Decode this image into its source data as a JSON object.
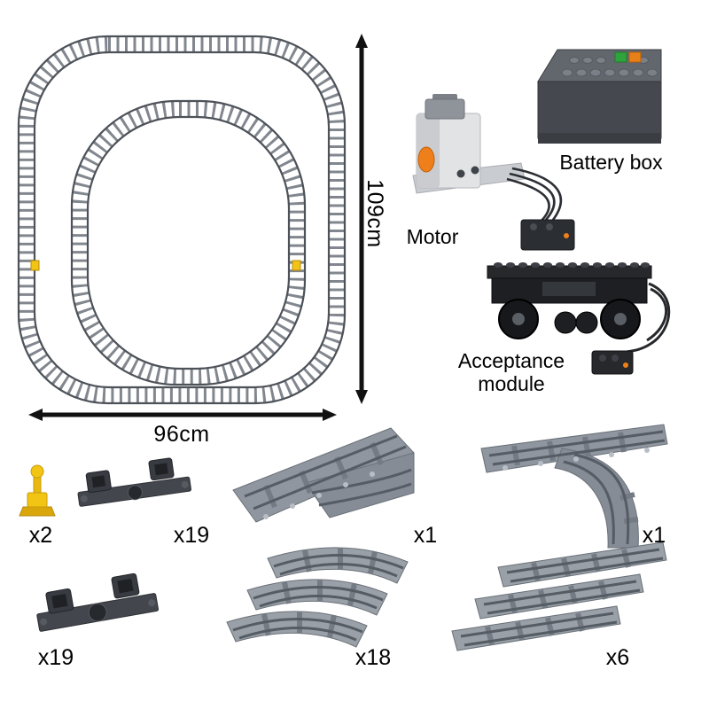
{
  "diagram": {
    "height_label": "109cm",
    "width_label": "96cm"
  },
  "components": {
    "battery_box": {
      "label": "Battery box"
    },
    "motor": {
      "label": "Motor"
    },
    "acceptance_module": {
      "label": "Acceptance module"
    }
  },
  "parts": [
    {
      "id": "signal-lever",
      "qty": "x2"
    },
    {
      "id": "wheel-holder-base-small",
      "qty": "x19"
    },
    {
      "id": "switch-track-left",
      "qty": "x1"
    },
    {
      "id": "switch-track-right",
      "qty": "x1"
    },
    {
      "id": "wheel-holder-base-large",
      "qty": "x19"
    },
    {
      "id": "curved-track",
      "qty": "x18"
    },
    {
      "id": "straight-track",
      "qty": "x6"
    }
  ],
  "colors": {
    "background": "#ffffff",
    "track_gray": "#82878f",
    "rail_gray": "#4d5259",
    "dark_part": "#2b2e33",
    "accent_orange": "#ef7f1a",
    "brick_yellow": "#f2c414",
    "tile_green": "#2fa43c",
    "label_text": "#000000"
  }
}
